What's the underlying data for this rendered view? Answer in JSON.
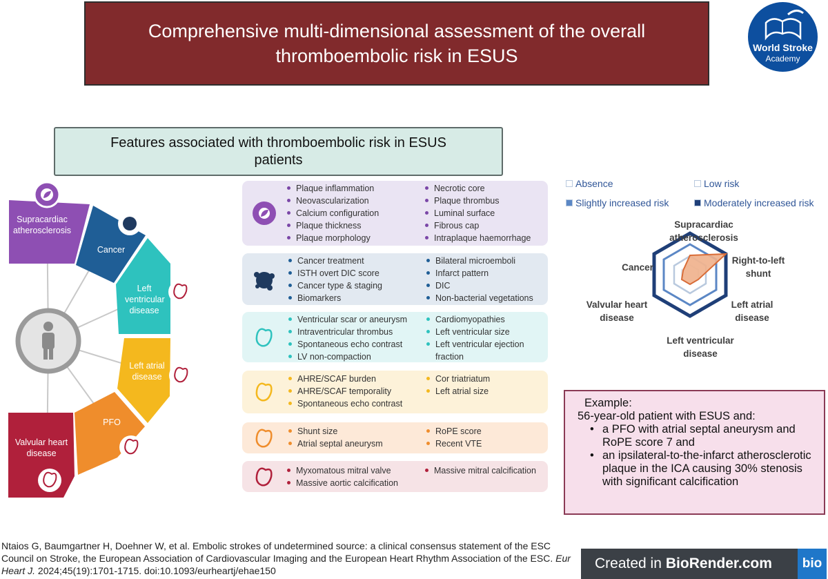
{
  "title": "Comprehensive multi-dimensional assessment of the overall thromboembolic risk in ESUS",
  "logo": {
    "line1": "World Stroke",
    "line2": "Academy"
  },
  "subtitle": "Features associated with thromboembolic risk in ESUS patients",
  "segments": [
    {
      "label": "Supracardiac atherosclerosis",
      "color": "#8e4fb3"
    },
    {
      "label": "Cancer",
      "color": "#1f5e96"
    },
    {
      "label": "Left ventricular disease",
      "color": "#2ec2be"
    },
    {
      "label": "Left atrial disease",
      "color": "#f4b81e"
    },
    {
      "label": "PFO",
      "color": "#ef8d2c"
    },
    {
      "label": "Valvular heart disease",
      "color": "#b0203b"
    }
  ],
  "panels": [
    {
      "name": "supracardiac",
      "bg": "#eae4f3",
      "bullet": "#7a46a7",
      "left": [
        "Plaque inflammation",
        "Neovascularization",
        "Calcium configuration",
        "Plaque thickness",
        "Plaque morphology"
      ],
      "right": [
        "Necrotic core",
        "Plaque thrombus",
        "Luminal surface",
        "Fibrous cap",
        "Intraplaque haemorrhage"
      ]
    },
    {
      "name": "cancer",
      "bg": "#e2e9f1",
      "bullet": "#1f5e96",
      "left": [
        "Cancer treatment",
        "ISTH overt DIC score",
        "Cancer type & staging",
        "Biomarkers"
      ],
      "right": [
        "Bilateral microemboli",
        "Infarct pattern",
        "DIC",
        "Non-bacterial vegetations"
      ]
    },
    {
      "name": "left-ventricular",
      "bg": "#e1f5f5",
      "bullet": "#2ec2be",
      "left": [
        "Ventricular scar or aneurysm",
        "Intraventricular thrombus",
        "Spontaneous echo contrast",
        "LV non-compaction"
      ],
      "right": [
        "Cardiomyopathies",
        "Left ventricular size",
        "Left ventricular ejection fraction"
      ]
    },
    {
      "name": "left-atrial",
      "bg": "#fdf2d9",
      "bullet": "#f4b81e",
      "left": [
        "AHRE/SCAF burden",
        "AHRE/SCAF temporality",
        "Spontaneous echo contrast"
      ],
      "right": [
        "Cor triatriatum",
        "Left atrial size"
      ]
    },
    {
      "name": "pfo",
      "bg": "#fde9d8",
      "bullet": "#ef8d2c",
      "left": [
        "Shunt size",
        "Atrial septal aneurysm"
      ],
      "right": [
        "RoPE score",
        "Recent VTE"
      ]
    },
    {
      "name": "valvular",
      "bg": "#f6e3e6",
      "bullet": "#b0203b",
      "left": [
        "Myxomatous mitral valve",
        "Massive aortic calcification"
      ],
      "right": [
        "Massive mitral calcification"
      ]
    }
  ],
  "legend": [
    {
      "label": "Absence",
      "fill": "#ffffff"
    },
    {
      "label": "Low risk",
      "fill": "#ffffff"
    },
    {
      "label": "Slightly increased risk",
      "fill": "#5b87c5"
    },
    {
      "label": "Moderately increased risk",
      "fill": "#1f3f78"
    }
  ],
  "radar_labels": [
    "Supracardiac atherosclerosis",
    "Right-to-left shunt",
    "Left atrial disease",
    "Left ventricular disease",
    "Valvular heart disease",
    "Cancer"
  ],
  "radar_levels": [
    "Absence",
    "Low risk",
    "Slightly increased risk",
    "Moderately increased risk"
  ],
  "example": {
    "heading": "Example:",
    "intro": "56-year-old patient with ESUS and:",
    "items": [
      "a PFO with atrial septal aneurysm and RoPE score 7 and",
      "an ipsilateral-to-the-infarct atherosclerotic  plaque in the ICA causing 30% stenosis with significant calcification"
    ]
  },
  "citation": {
    "text": "Ntaios G, Baumgartner H, Doehner W, et al. Embolic strokes of undetermined source: a clinical consensus statement of the ESC Council on Stroke, the European Association of Cardiovascular Imaging and the European Heart Rhythm Association of the ESC.",
    "journal": "Eur Heart J.",
    "details": "2024;45(19):1701-1715. doi:10.1093/eurheartj/ehae150"
  },
  "biorender": {
    "prefix": "Created in",
    "brand": "BioRender.com",
    "badge": "bio"
  }
}
